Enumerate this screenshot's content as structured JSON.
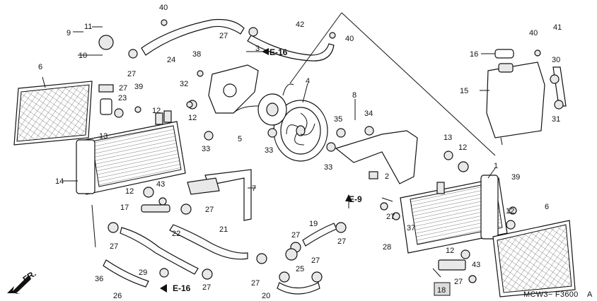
{
  "diagram": {
    "part_labels": [
      "1",
      "2",
      "3",
      "4",
      "5",
      "6",
      "6",
      "7",
      "8",
      "9",
      "10",
      "11",
      "12",
      "12",
      "12",
      "12",
      "12",
      "12",
      "13",
      "13",
      "14",
      "15",
      "16",
      "17",
      "18",
      "19",
      "20",
      "21",
      "22",
      "23",
      "24",
      "25",
      "26",
      "27",
      "27",
      "27",
      "27",
      "27",
      "27",
      "27",
      "27",
      "27",
      "27",
      "27",
      "27",
      "28",
      "29",
      "30",
      "31",
      "32",
      "33",
      "33",
      "33",
      "34",
      "35",
      "36",
      "37",
      "38",
      "39",
      "39",
      "40",
      "40",
      "40",
      "41",
      "42",
      "43",
      "43"
    ],
    "ref_labels": [
      "E-16",
      "E-9",
      "E-16"
    ],
    "fr_label": "FR.",
    "code": "MCW3− F3600",
    "code_suffix": "A"
  }
}
